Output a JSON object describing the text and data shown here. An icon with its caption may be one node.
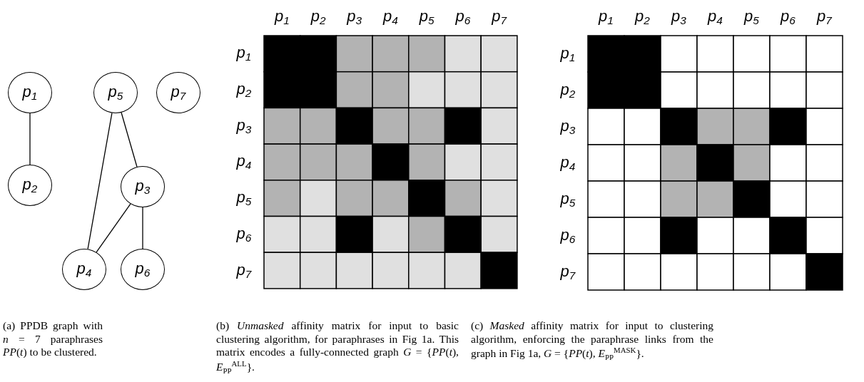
{
  "diagram": {
    "nodes": [
      {
        "text": [
          "p$_{1}$"
        ]
      },
      {
        "text": [
          "p$_{5}$"
        ]
      },
      {
        "text": [
          "p$_{7}$"
        ]
      },
      {
        "text": [
          "p$_{2}$"
        ]
      },
      {
        "text": [
          "p$_{3}$"
        ]
      },
      {
        "text": [
          "p$_{4}$"
        ]
      },
      {
        "text": [
          "p$_{6}$"
        ]
      }
    ],
    "edges": [
      {
        "from": 0,
        "to": 3,
        "arrow": "none"
      },
      {
        "from": 1,
        "to": 4,
        "arrow": "none"
      },
      {
        "from": 1,
        "to": 5,
        "arrow": "none"
      },
      {
        "from": 4,
        "to": 5,
        "arrow": "none"
      },
      {
        "from": 4,
        "to": 6,
        "arrow": "none"
      }
    ],
    "labels": [
      "p$_{1}$",
      "p$_{2}$",
      "p$_{3}$",
      "p$_{4}$",
      "p$_{5}$",
      "p$_{6}$",
      "p$_{7}$",
      "p$_{1}$",
      "p$_{2}$",
      "p$_{3}$",
      "p$_{4}$",
      "p$_{5}$",
      "p$_{6}$",
      "p$_{7}$",
      "p$_{1}$",
      "p$_{1}$",
      "p$_{2}$",
      "p$_{2}$",
      "p$_{3}$",
      "p$_{3}$",
      "p$_{4}$",
      "p$_{4}$",
      "p$_{5}$",
      "p$_{5}$",
      "p$_{6}$",
      "p$_{6}$",
      "p$_{7}$",
      "p$_{7}$",
      "(a) PPDB graph with *n* = 7 paraphrases *PP*(*t*) to be clustered.",
      "(b) *Unmasked* affinity matrix for input to basic clustering algorithm, for paraphrases in Fig 1a. This matrix encodes a fully-connected graph *G* = {*PP*(*t*), *E*$_{PP}$$^{ALL}$}.",
      "(c) *Masked* affinity matrix for input to clustering algorithm, enforcing the paraphrase links from the graph in Fig 1a, *G* = {*PP*(*t*), *E*$_{PP}$$^{MASK}$}."
    ]
  }
}
